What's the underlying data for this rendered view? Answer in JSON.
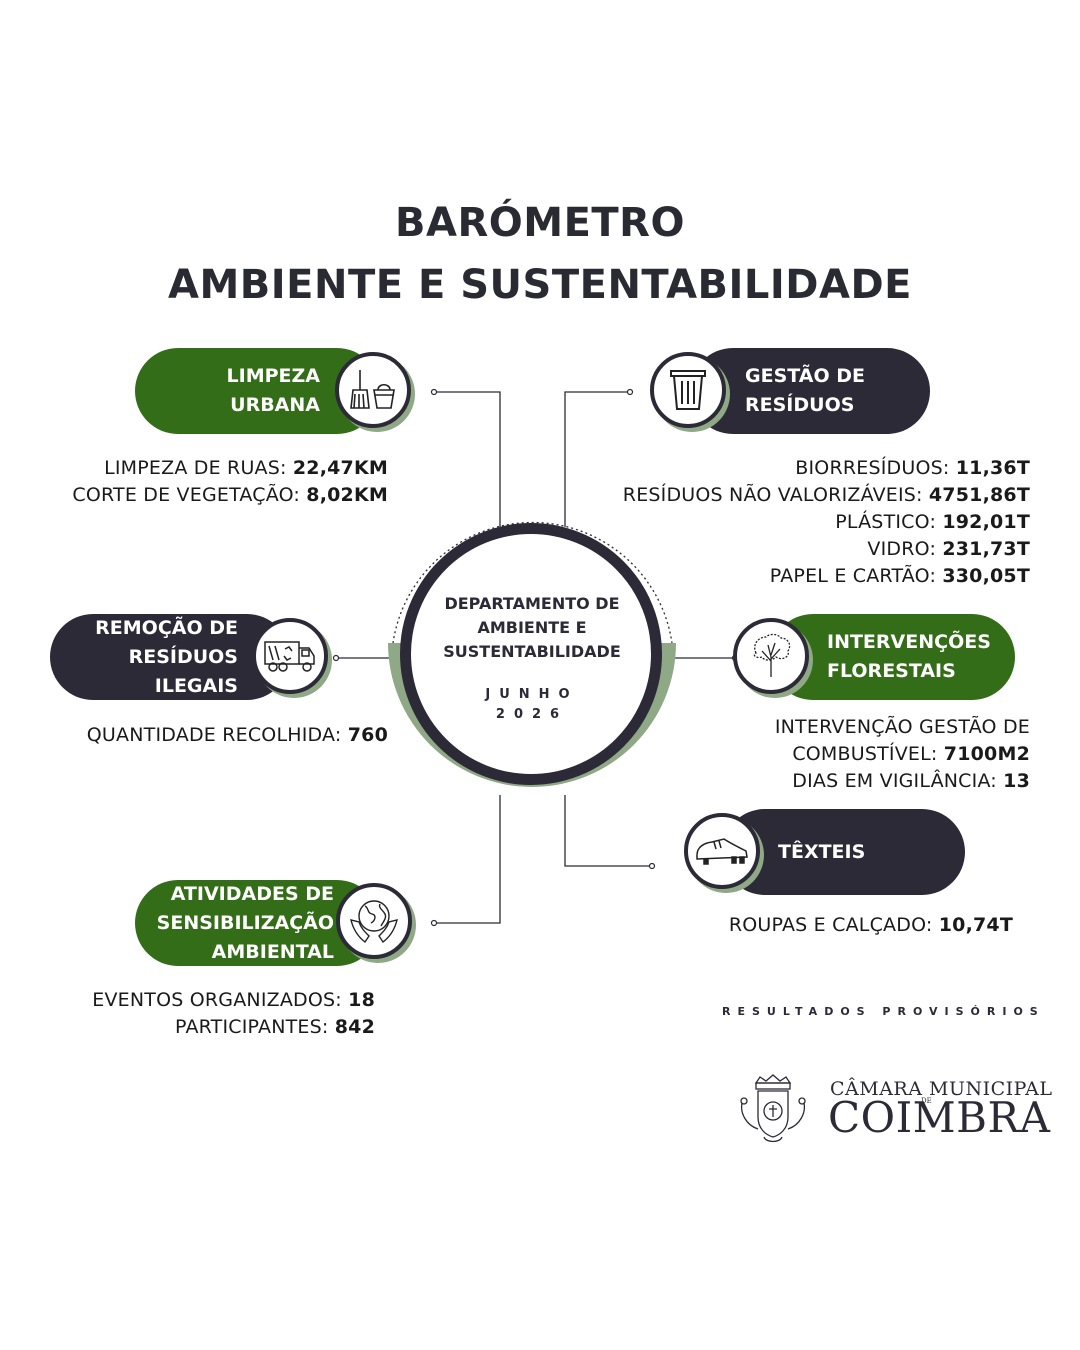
{
  "title": {
    "line1": "BARÓMETRO",
    "line2": "AMBIENTE E SUSTENTABILIDADE"
  },
  "center": {
    "department": "DEPARTAMENTO DE AMBIENTE E SUSTENTABILIDADE",
    "month": "JUNHO",
    "year": "2026"
  },
  "colors": {
    "green": "#346d17",
    "dark": "#2b2a36",
    "sage": "#8fa885"
  },
  "limpeza": {
    "label_line1": "LIMPEZA",
    "label_line2": "URBANA",
    "icon": "broom-bucket-icon",
    "stats": [
      {
        "label": "LIMPEZA DE RUAS: ",
        "value": "22,47KM"
      },
      {
        "label": "CORTE DE VEGETAÇÃO: ",
        "value": "8,02KM"
      }
    ]
  },
  "gestao": {
    "label_line1": "GESTÃO DE",
    "label_line2": "RESÍDUOS",
    "icon": "trash-bin-icon",
    "stats": [
      {
        "label": "BIORRESÍDUOS: ",
        "value": "11,36T"
      },
      {
        "label": "RESÍDUOS NÃO VALORIZÁVEIS: ",
        "value": "4751,86T"
      },
      {
        "label": "PLÁSTICO: ",
        "value": "192,01T"
      },
      {
        "label": "VIDRO: ",
        "value": "231,73T"
      },
      {
        "label": "PAPEL E CARTÃO: ",
        "value": "330,05T"
      }
    ]
  },
  "remocao": {
    "label_line1": "REMOÇÃO DE",
    "label_line2": "RESÍDUOS",
    "label_line3": "ILEGAIS",
    "icon": "garbage-truck-icon",
    "stats": [
      {
        "label": "QUANTIDADE RECOLHIDA: ",
        "value": "760"
      }
    ]
  },
  "florestais": {
    "label_line1": "INTERVENÇÕES",
    "label_line2": "FLORESTAIS",
    "icon": "tree-icon",
    "stats_line1": "INTERVENÇÃO GESTÃO DE",
    "stats_line2_label": "COMBUSTÍVEL: ",
    "stats_line2_value": "7100M2",
    "stats_line3_label": "DIAS EM VIGILÂNCIA: ",
    "stats_line3_value": "13"
  },
  "texteis": {
    "label": "TÊXTEIS",
    "icon": "shoe-icon",
    "stats": [
      {
        "label": "ROUPAS E CALÇADO: ",
        "value": "10,74T"
      }
    ]
  },
  "atividades": {
    "label_line1": "ATIVIDADES DE",
    "label_line2": "SENSIBILIZAÇÃO",
    "label_line3": "AMBIENTAL",
    "icon": "globe-hands-icon",
    "stats": [
      {
        "label": "EVENTOS ORGANIZADOS: ",
        "value": "18"
      },
      {
        "label": "PARTICIPANTES: ",
        "value": "842"
      }
    ]
  },
  "footer": {
    "provisional": "RESULTADOS PROVISÓRIOS",
    "logo_line1": "CÂMARA MUNICIPAL",
    "logo_de": "DE",
    "logo_line2": "COIMBRA",
    "crest_icon": "coat-of-arms-icon"
  }
}
